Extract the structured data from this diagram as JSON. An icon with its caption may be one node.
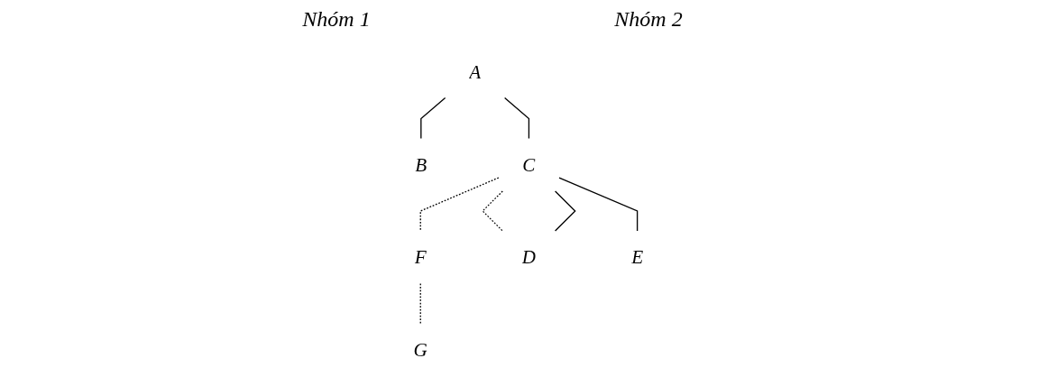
{
  "diagram": {
    "nodes": [
      {
        "text": [
          "A"
        ]
      },
      {
        "text": [
          "F"
        ]
      },
      {
        "text": [
          "B"
        ]
      },
      {
        "text": [
          "C"
        ]
      },
      {
        "text": [
          "G"
        ]
      },
      {
        "text": [
          "D"
        ]
      },
      {
        "text": [
          "E"
        ]
      }
    ],
    "edges": [
      {
        "from": 0,
        "to": 2,
        "arrow": "none"
      },
      {
        "from": 0,
        "to": 3,
        "arrow": "none"
      },
      {
        "from": 3,
        "to": 1,
        "arrow": "none",
        "style": "dashed"
      },
      {
        "from": 1,
        "to": 4,
        "arrow": "none",
        "style": "dashed"
      },
      {
        "from": 3,
        "to": 5,
        "arrow": "none",
        "style": "dashed"
      },
      {
        "from": 3,
        "to": 5,
        "arrow": "none"
      },
      {
        "from": 3,
        "to": 6,
        "arrow": "none"
      }
    ],
    "labels": [
      "Nhóm 1",
      "Nhóm 2"
    ]
  }
}
